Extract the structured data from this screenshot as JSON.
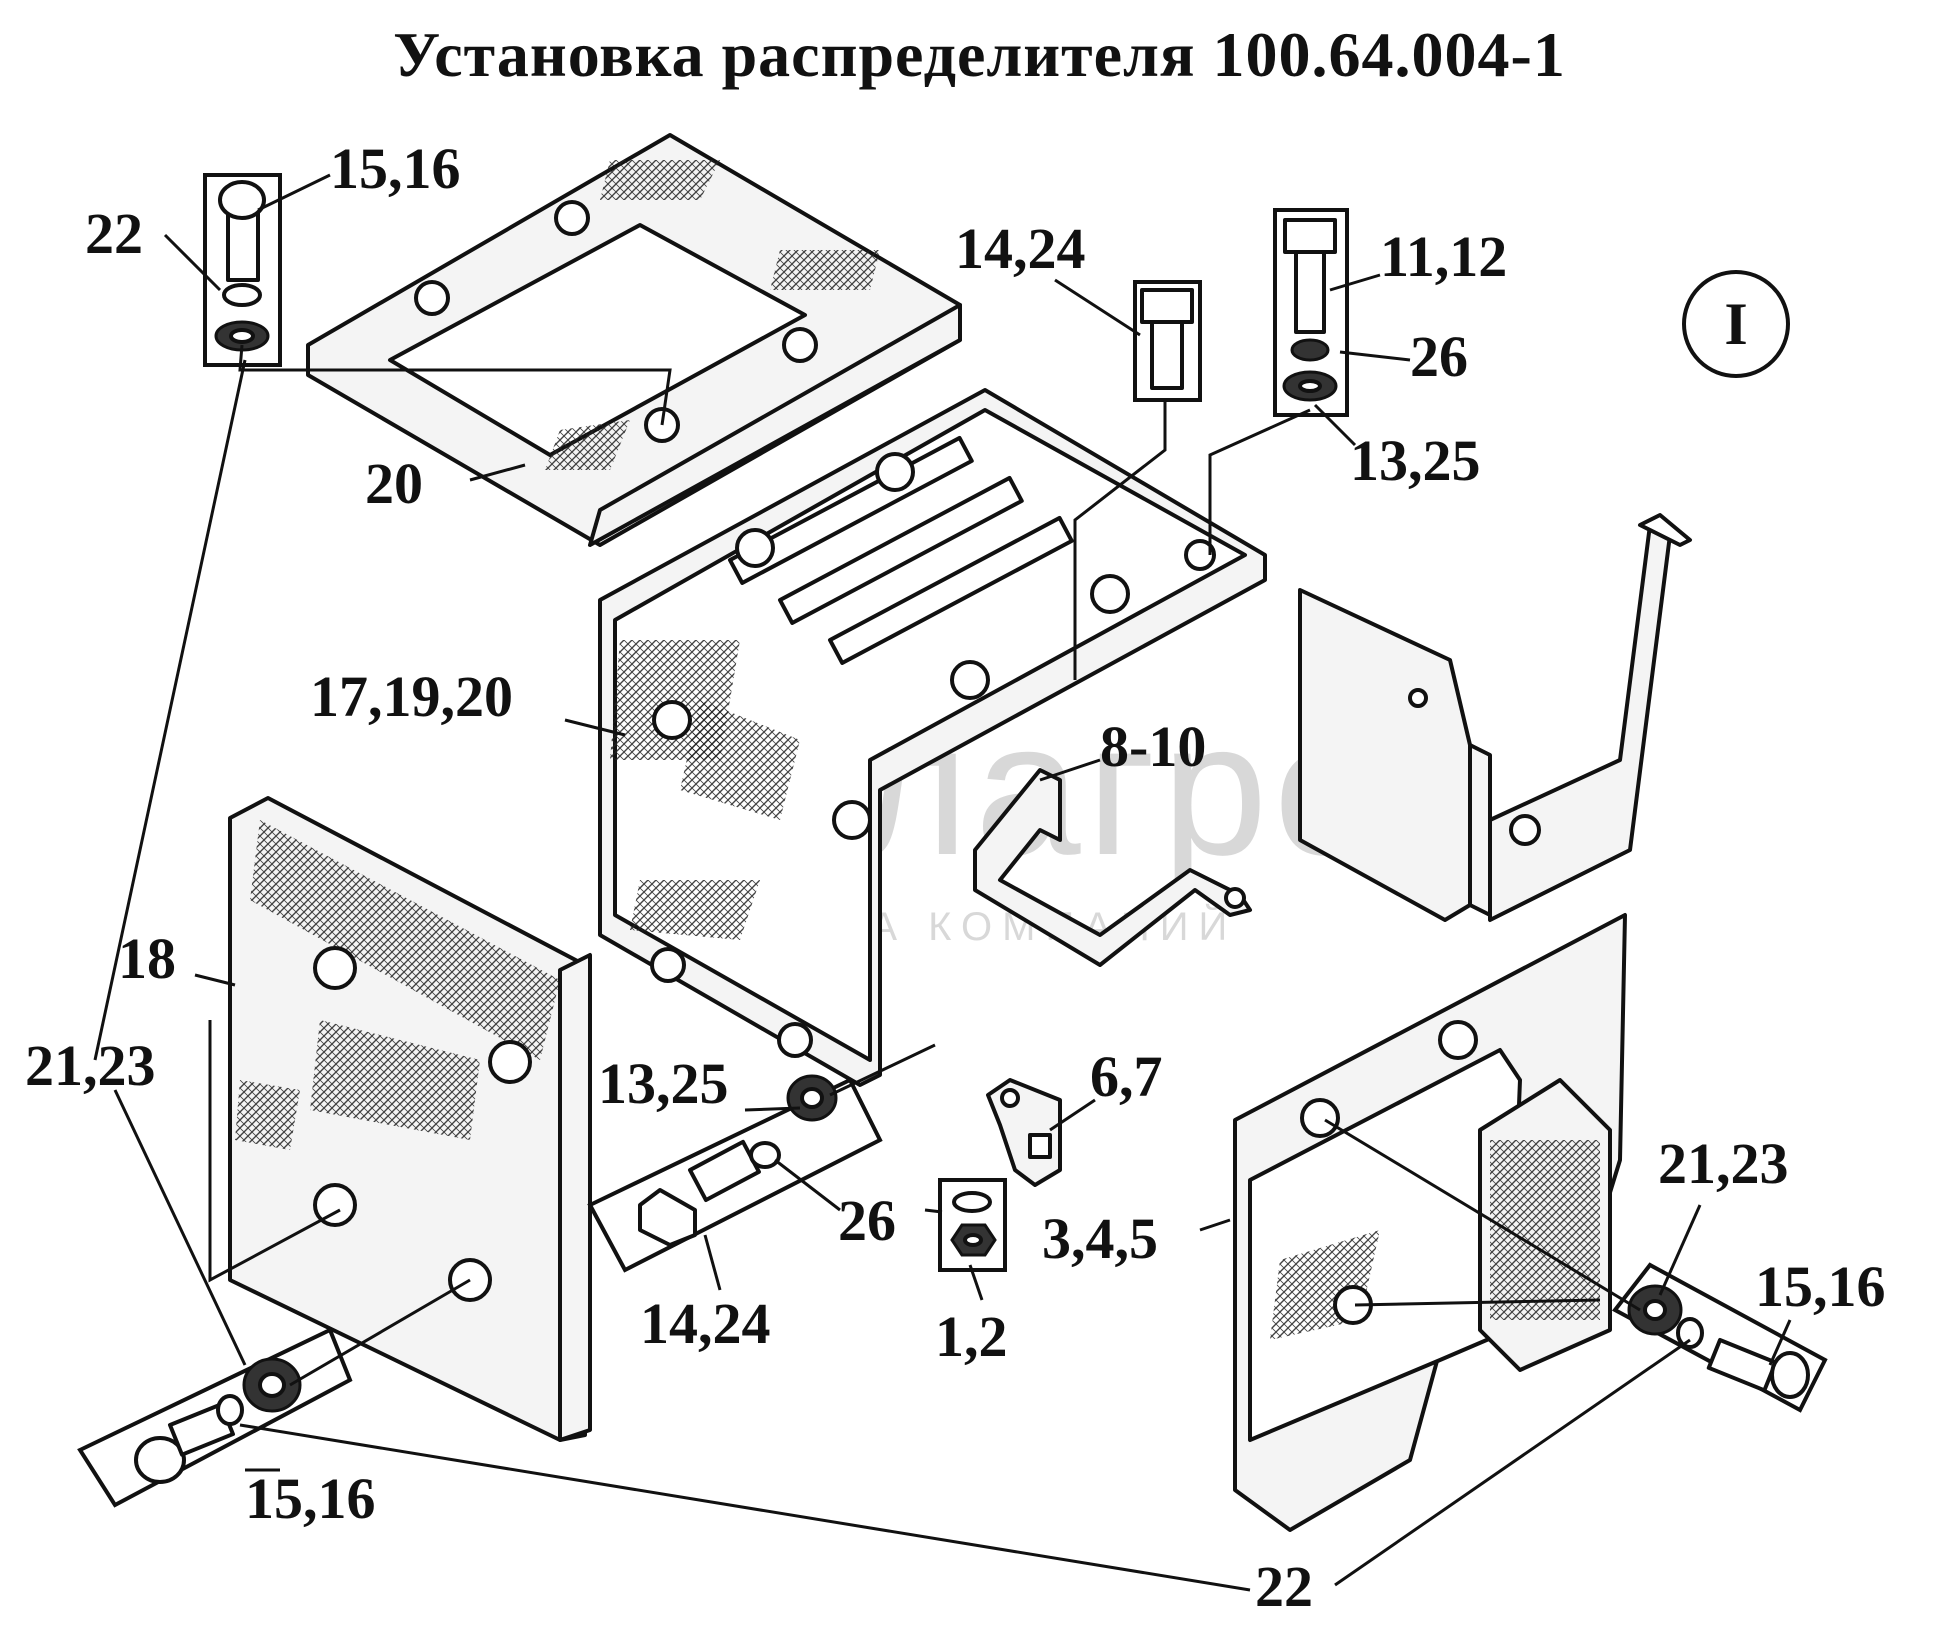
{
  "title": "Установка распределителя 100.64.004-1",
  "view_marker": "I",
  "watermark": {
    "brand": "белагро",
    "tagline": "ГРУППА КОМПАНИЙ"
  },
  "callouts": [
    {
      "id": "c1",
      "text": "15,16"
    },
    {
      "id": "c2",
      "text": "22"
    },
    {
      "id": "c3",
      "text": "20"
    },
    {
      "id": "c4",
      "text": "14,24"
    },
    {
      "id": "c5",
      "text": "11,12"
    },
    {
      "id": "c6",
      "text": "26"
    },
    {
      "id": "c7",
      "text": "13,25"
    },
    {
      "id": "c8",
      "text": "17,19,20"
    },
    {
      "id": "c9",
      "text": "8-10"
    },
    {
      "id": "c10",
      "text": "18"
    },
    {
      "id": "c11",
      "text": "21,23"
    },
    {
      "id": "c12",
      "text": "13,25"
    },
    {
      "id": "c13",
      "text": "26"
    },
    {
      "id": "c14",
      "text": "14,24"
    },
    {
      "id": "c15",
      "text": "6,7"
    },
    {
      "id": "c16",
      "text": "1,2"
    },
    {
      "id": "c17",
      "text": "3,4,5"
    },
    {
      "id": "c18",
      "text": "21,23"
    },
    {
      "id": "c19",
      "text": "15,16"
    },
    {
      "id": "c20",
      "text": "15,16"
    },
    {
      "id": "c21",
      "text": "22"
    }
  ]
}
